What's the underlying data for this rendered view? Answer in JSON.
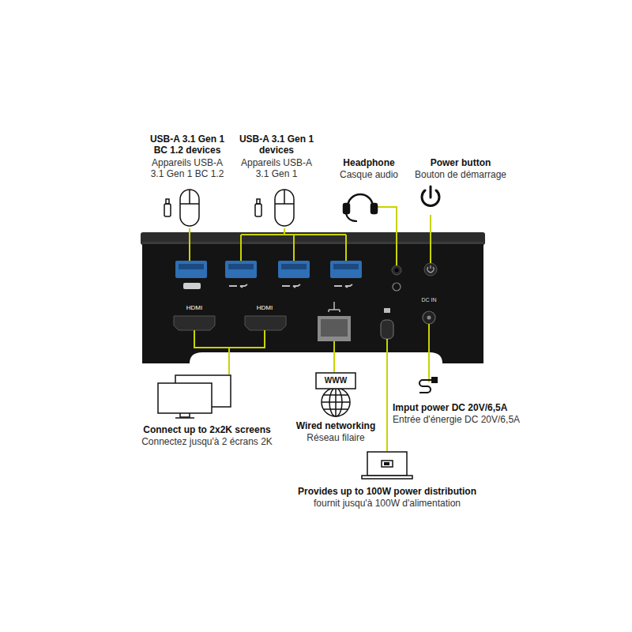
{
  "diagram": {
    "labels": [
      "USB-A 3.1 Gen 1 BC 1.2 devices",
      "Appareils USB-A 3.1 Gen 1 BC 1.2",
      "USB-A 3.1 Gen 1 devices",
      "Appareils USB-A 3.1 Gen 1",
      "Headphone",
      "Casque audio",
      "Power button",
      "Bouton de démarrage",
      "HDMI",
      "HDMI",
      "DC IN",
      "WWW",
      "Connect up to 2x2K screens",
      "Connectez jusqu'à 2 écrans 2K",
      "Wired networking",
      "Réseau filaire",
      "Imput power DC 20V/6,5A",
      "Entrée d'énergie DC 20V/6,5A",
      "Provides up to 100W power distribution",
      "fournit jusqu'à 100W d'alimentation"
    ]
  }
}
